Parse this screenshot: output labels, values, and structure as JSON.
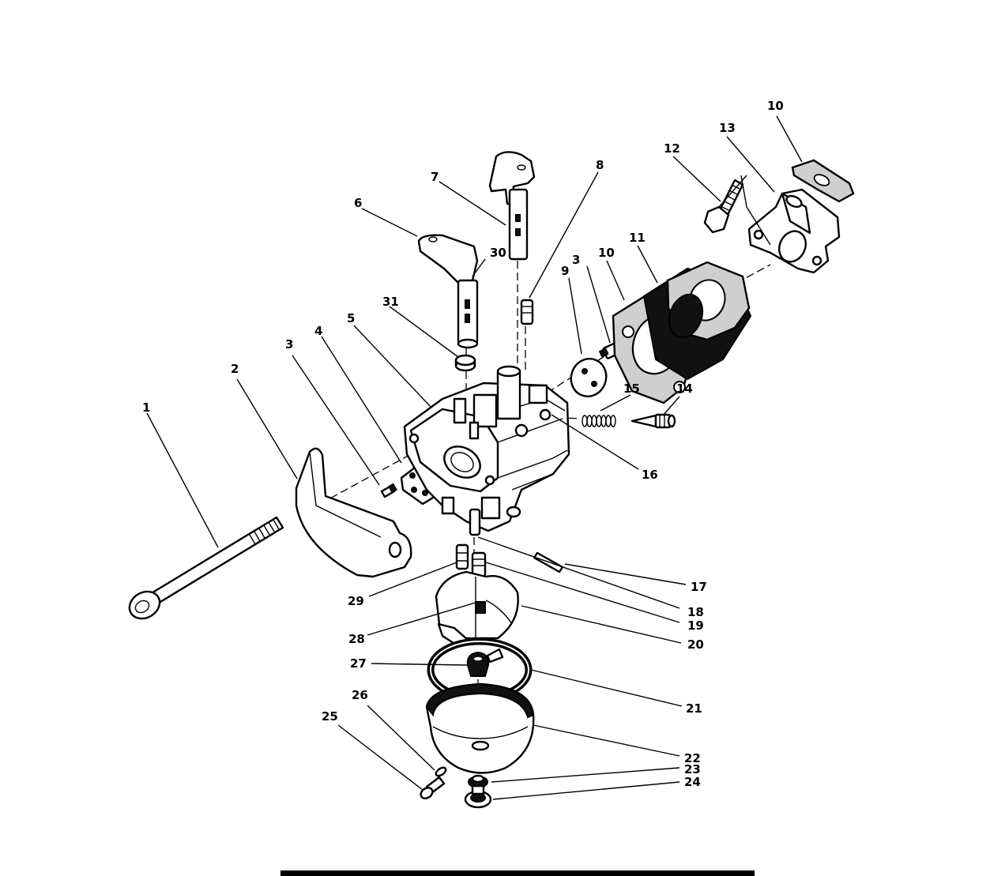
{
  "diagram": {
    "part_numbers": {
      "p1": "1",
      "p2": "2",
      "p3a": "3",
      "p3b": "3",
      "p4": "4",
      "p5": "5",
      "p6": "6",
      "p7": "7",
      "p8": "8",
      "p9": "9",
      "p10a": "10",
      "p10b": "10",
      "p11": "11",
      "p12": "12",
      "p13": "13",
      "p14": "14",
      "p15": "15",
      "p16": "16",
      "p17": "17",
      "p18": "18",
      "p19": "19",
      "p20": "20",
      "p21": "21",
      "p22": "22",
      "p23": "23",
      "p24": "24",
      "p25": "25",
      "p26": "26",
      "p27": "27",
      "p28": "28",
      "p29": "29",
      "p30": "30",
      "p31": "31"
    }
  }
}
